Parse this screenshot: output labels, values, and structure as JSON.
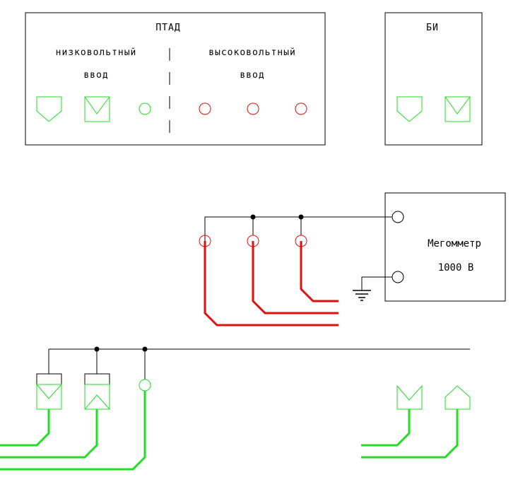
{
  "ptad": {
    "title": "ПТАД",
    "low_voltage_line1": "низковольтный",
    "low_voltage_line2": "ввод",
    "high_voltage_line1": "высоковольтный",
    "high_voltage_line2": "ввод"
  },
  "bi": {
    "title": "БИ"
  },
  "megger": {
    "line1": "Мегомметр",
    "line2": "1000 В"
  },
  "colors": {
    "high_voltage": "#e01010",
    "low_voltage": "#22dd22",
    "wire": "#000000"
  }
}
